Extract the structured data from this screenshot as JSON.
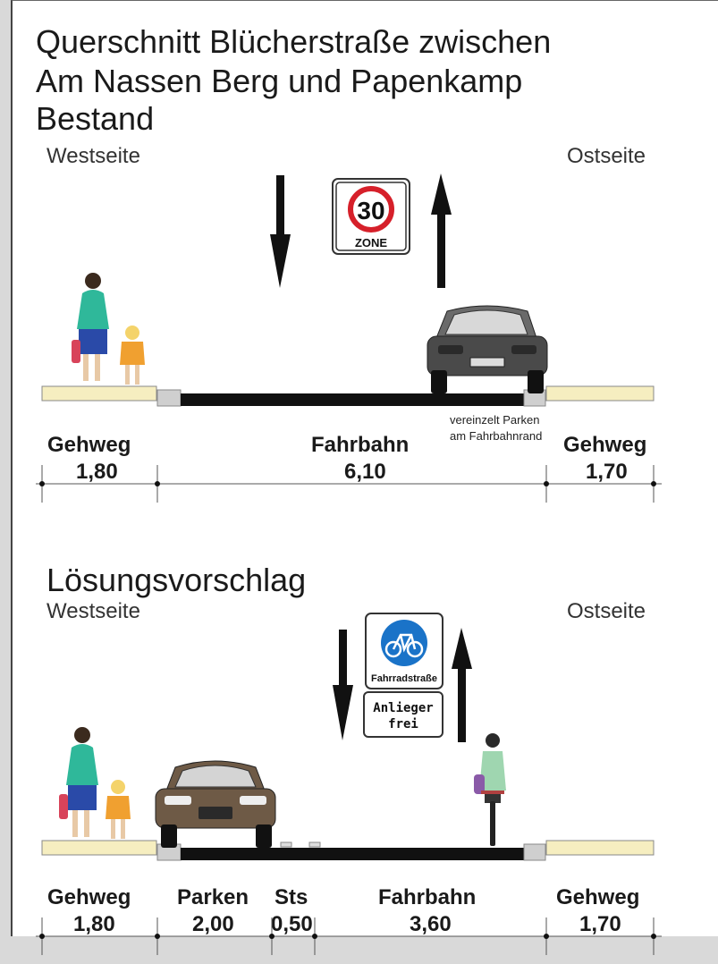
{
  "top": {
    "title_line1": "Querschnitt Blücherstraße zwischen",
    "title_line2": "Am Nassen Berg und Papenkamp",
    "title_line3": "Bestand",
    "west": "Westseite",
    "east": "Ostseite",
    "sign_number": "30",
    "sign_zone": "ZONE",
    "parking_note_1": "vereinzelt Parken",
    "parking_note_2": "am Fahrbahnrand",
    "segments": [
      {
        "label": "Gehweg",
        "width": "1,80"
      },
      {
        "label": "Fahrbahn",
        "width": "6,10"
      },
      {
        "label": "Gehweg",
        "width": "1,70"
      }
    ]
  },
  "bottom": {
    "title": "Lösungsvorschlag",
    "west": "Westseite",
    "east": "Ostseite",
    "sign_text": "Fahrradstraße",
    "sign_extra_1": "Anlieger",
    "sign_extra_2": "frei",
    "segments": [
      {
        "label": "Gehweg",
        "width": "1,80"
      },
      {
        "label": "Parken",
        "width": "2,00"
      },
      {
        "label": "Sts",
        "width": "0,50"
      },
      {
        "label": "Fahrbahn",
        "width": "3,60"
      },
      {
        "label": "Gehweg",
        "width": "1,70"
      }
    ]
  },
  "colors": {
    "sidewalk": "#f6eec0",
    "road": "#111111",
    "sign_red": "#d6202a",
    "sign_blue": "#1a73c8",
    "car_gray": "#4a4a4a",
    "car_brown": "#6e5a46"
  }
}
